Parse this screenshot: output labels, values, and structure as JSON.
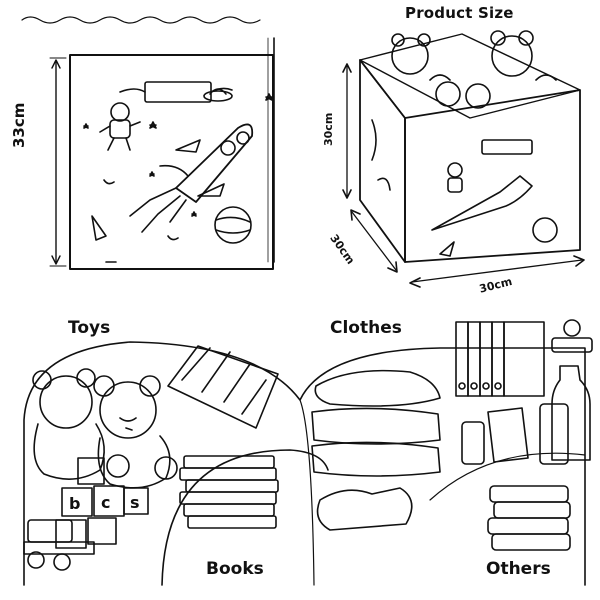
{
  "title": "Product Size",
  "dimensions": {
    "front_height": "33cm",
    "box_height": "30cm",
    "box_depth": "30cm",
    "box_width": "30cm"
  },
  "categories": {
    "toys": "Toys",
    "clothes": "Clothes",
    "books": "Books",
    "others": "Others"
  },
  "block_letters": [
    "b",
    "c",
    "s"
  ]
}
